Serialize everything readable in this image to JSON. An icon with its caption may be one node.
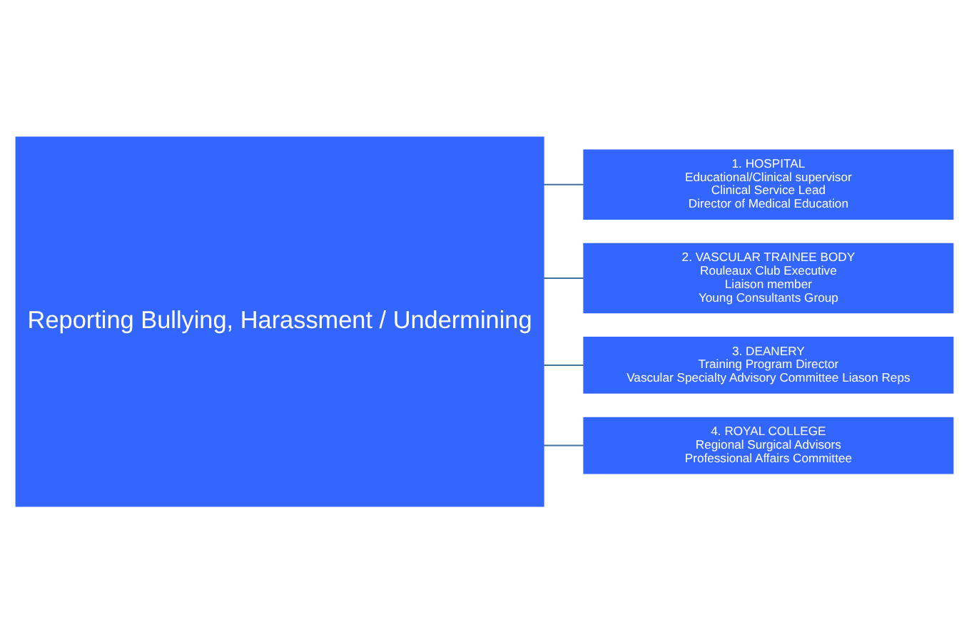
{
  "diagram": {
    "nodes": [
      {
        "text": [
          "Reporting Bullying, Harassment / Undermining"
        ]
      },
      {
        "text": [
          "1. HOSPITAL",
          "Educational/Clinical supervisor",
          "Clinical Service Lead",
          "Director of Medical Education"
        ]
      },
      {
        "text": [
          "2. VASCULAR TRAINEE BODY",
          "Rouleaux Club Executive",
          "Liaison member",
          "Young Consultants Group"
        ]
      },
      {
        "text": [
          "3. DEANERY",
          "Training Program Director",
          "Vascular Specialty Advisory Committee Liason Reps"
        ]
      },
      {
        "text": [
          "4. ROYAL COLLEGE",
          "Regional Surgical Advisors",
          "Professional Affairs Committee"
        ]
      }
    ],
    "edges": [
      {
        "from": 0,
        "to": 1,
        "arrow": "none"
      },
      {
        "from": 0,
        "to": 2,
        "arrow": "none"
      },
      {
        "from": 0,
        "to": 3,
        "arrow": "none"
      },
      {
        "from": 0,
        "to": 4,
        "arrow": "none"
      }
    ]
  }
}
